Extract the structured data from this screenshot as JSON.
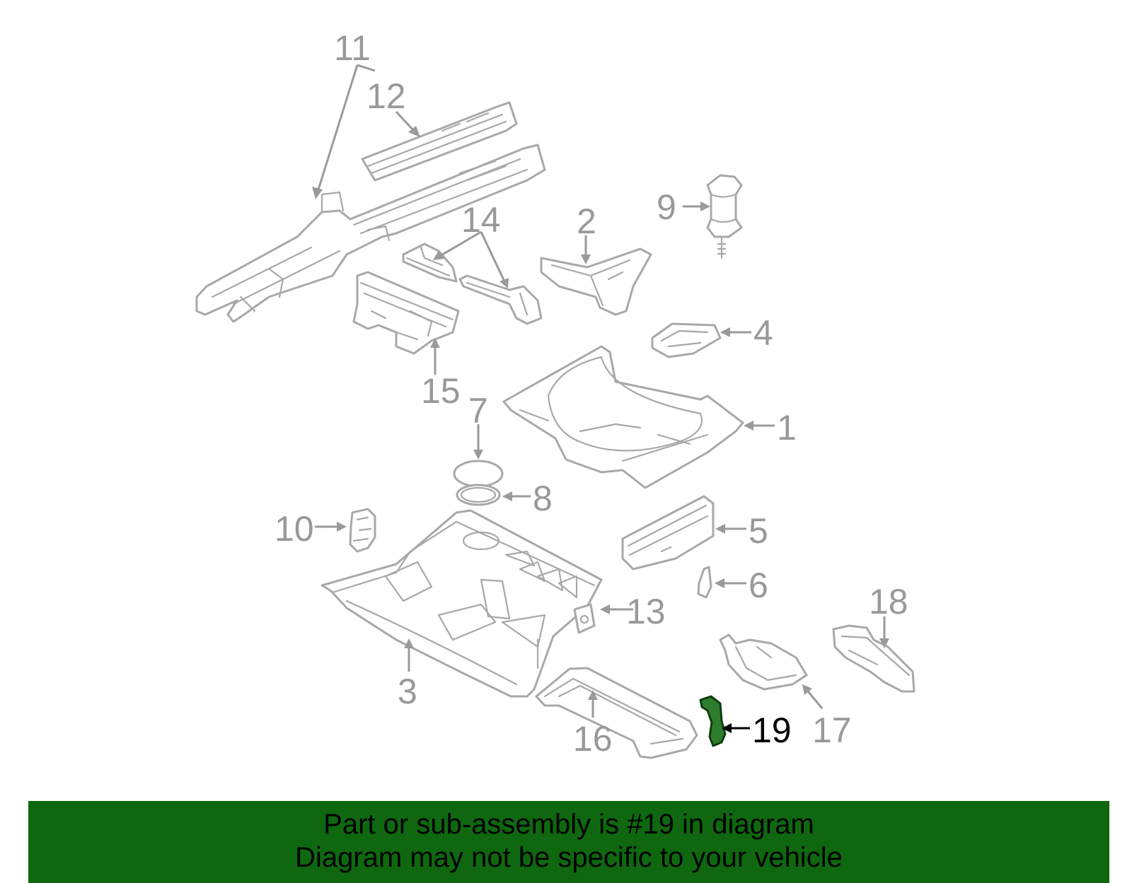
{
  "callouts": {
    "c1": "1",
    "c2": "2",
    "c3": "3",
    "c4": "4",
    "c5": "5",
    "c6": "6",
    "c7": "7",
    "c8": "8",
    "c9": "9",
    "c10": "10",
    "c11": "11",
    "c12": "12",
    "c13": "13",
    "c14": "14",
    "c15": "15",
    "c16": "16",
    "c17": "17",
    "c18": "18",
    "c19": "19"
  },
  "highlight": {
    "part_number": "19",
    "color": "#2e7d2e"
  },
  "banner": {
    "line1": "Part or sub-assembly is #19 in diagram",
    "line2": "Diagram may not be specific to your vehicle",
    "background": "#0f680f"
  }
}
